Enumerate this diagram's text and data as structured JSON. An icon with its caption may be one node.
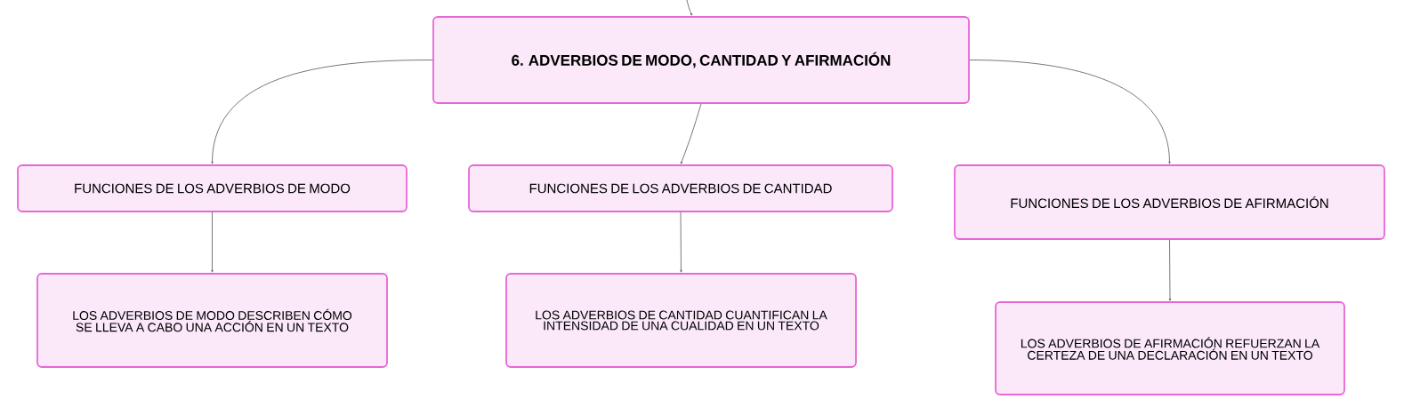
{
  "diagram": {
    "nodes": [
      {
        "text": [
          "6. ADVERBIOS DE MODO, CANTIDAD Y AFIRMACIÓN"
        ]
      },
      {
        "text": [
          "FUNCIONES DE LOS ADVERBIOS DE MODO"
        ]
      },
      {
        "text": [
          "FUNCIONES DE LOS ADVERBIOS DE CANTIDAD"
        ]
      },
      {
        "text": [
          "FUNCIONES DE LOS ADVERBIOS DE AFIRMACIÓN"
        ]
      },
      {
        "text": [
          "LOS ADVERBIOS DE MODO DESCRIBEN CÓMO SE LLEVA A CABO UNA ACCIÓN EN UN TEXTO"
        ]
      },
      {
        "text": [
          "LOS ADVERBIOS DE CANTIDAD CUANTIFICAN LA INTENSIDAD DE UNA CUALIDAD EN UN TEXTO"
        ]
      },
      {
        "text": [
          "LOS ADVERBIOS DE AFIRMACIÓN REFUERZAN LA CERTEZA DE UNA DECLARACIÓN EN UN TEXTO"
        ]
      }
    ],
    "edges": [
      {
        "from": null,
        "to": 0,
        "arrow": "to"
      },
      {
        "from": 0,
        "to": 1,
        "arrow": "to"
      },
      {
        "from": 0,
        "to": 2,
        "arrow": "to"
      },
      {
        "from": 0,
        "to": 3,
        "arrow": "to"
      },
      {
        "from": 1,
        "to": 4,
        "arrow": "to"
      },
      {
        "from": 2,
        "to": 5,
        "arrow": "to"
      },
      {
        "from": 3,
        "to": 6,
        "arrow": "to"
      }
    ]
  }
}
